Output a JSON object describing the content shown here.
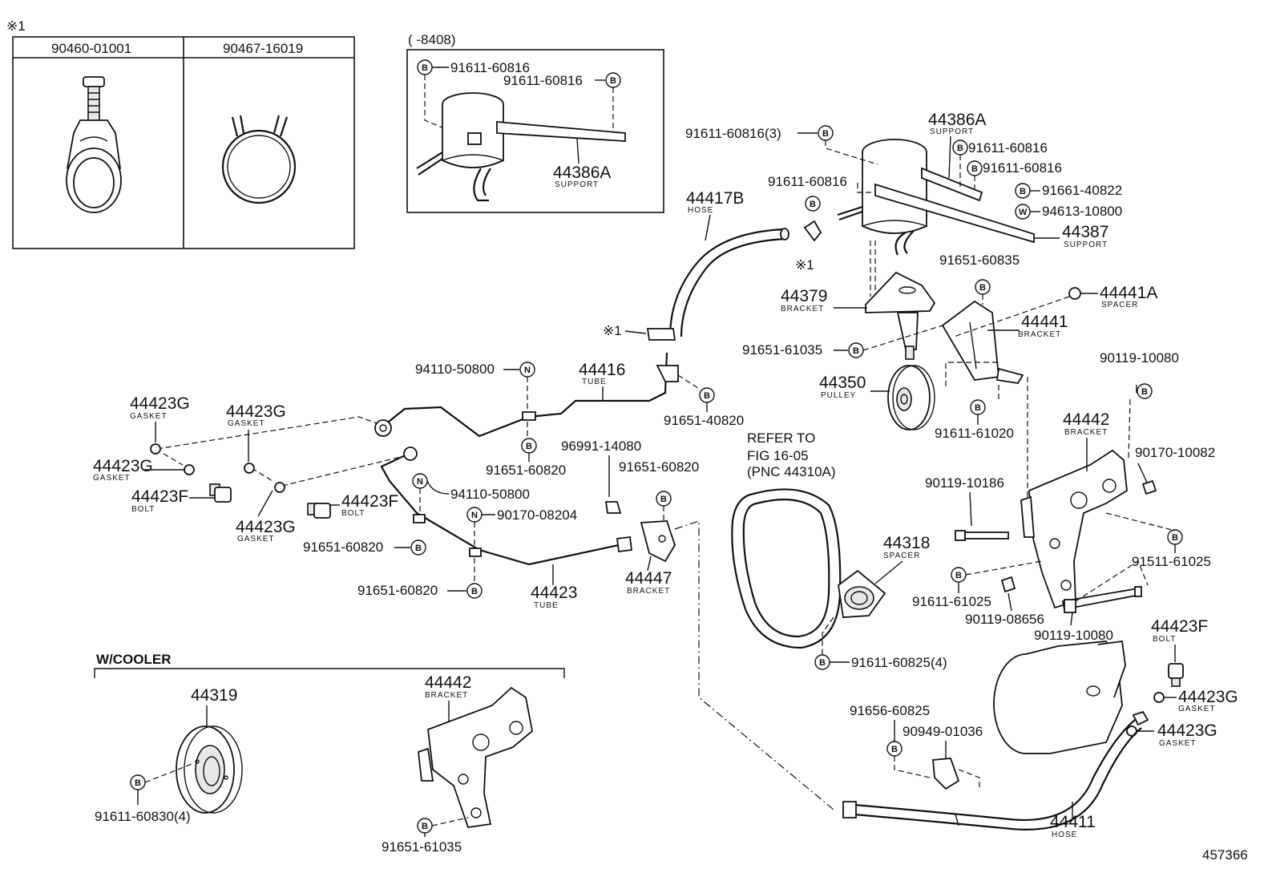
{
  "figure_id": "457366",
  "inset_clamps": {
    "ref_mark": "※1",
    "col1": "90460-01001",
    "col2": "90467-16019"
  },
  "inset_early": {
    "range_label": "(      -8408)",
    "bolt_a": "91611-60816",
    "bolt_b": "91611-60816",
    "support_num": "44386A",
    "support_name": "SUPPORT"
  },
  "markers": {
    "bolt": "B",
    "nut": "N",
    "washer": "W"
  },
  "labels": {
    "p91611_60816_3": "91611-60816(3)",
    "p44386A": "44386A",
    "p44386A_name": "SUPPORT",
    "p91611_60816_a": "91611-60816",
    "p91611_60816_b": "91611-60816",
    "p91611_60816_c": "91611-60816",
    "p91661_40822": "91661-40822",
    "p94613_10800": "94613-10800",
    "p44387": "44387",
    "p44387_name": "SUPPORT",
    "p44417B": "44417B",
    "p44417B_name": "HOSE",
    "ref1_a": "※1",
    "ref1_b": "※1",
    "p91651_60835": "91651-60835",
    "p44441A": "44441A",
    "p44441A_name": "SPACER",
    "p44379": "44379",
    "p44379_name": "BRACKET",
    "p44441": "44441",
    "p44441_name": "BRACKET",
    "p91651_61035_a": "91651-61035",
    "p90119_10080_a": "90119-10080",
    "p44350": "44350",
    "p44350_name": "PULLEY",
    "p91611_61020": "91611-61020",
    "p94110_50800_a": "94110-50800",
    "p44416": "44416",
    "p44416_name": "TUBE",
    "p91651_40820": "91651-40820",
    "p44423G_1": "44423G",
    "p44423G_1_name": "GASKET",
    "p44423G_2": "44423G",
    "p44423G_2_name": "GASKET",
    "p44423G_3": "44423G",
    "p44423G_3_name": "GASKET",
    "p44423G_4": "44423G",
    "p44423G_4_name": "GASKET",
    "p44423F_1": "44423F",
    "p44423F_1_name": "BOLT",
    "p44423F_2": "44423F",
    "p44423F_2_name": "BOLT",
    "p91651_60820_a": "91651-60820",
    "p96991_14080": "96991-14080",
    "p91651_60820_b": "91651-60820",
    "p94110_50800_b": "94110-50800",
    "p90170_08204": "90170-08204",
    "p91651_60820_c": "91651-60820",
    "p91651_60820_d": "91651-60820",
    "p44423": "44423",
    "p44423_name": "TUBE",
    "p44447": "44447",
    "p44447_name": "BRACKET",
    "refer_1": "REFER TO",
    "refer_2": "FIG 16-05",
    "refer_3": "(PNC 44310A)",
    "p44442_a": "44442",
    "p44442_a_name": "BRACKET",
    "p90170_10082": "90170-10082",
    "p90119_10186": "90119-10186",
    "p44318": "44318",
    "p44318_name": "SPACER",
    "p91511_61025": "91511-61025",
    "p91611_61025": "91611-61025",
    "p90119_08656": "90119-08656",
    "p90119_10080_b": "90119-10080",
    "p91611_60825_4": "91611-60825(4)",
    "p44423F_3": "44423F",
    "p44423F_3_name": "BOLT",
    "p44423G_5": "44423G",
    "p44423G_5_name": "GASKET",
    "p44423G_6": "44423G",
    "p44423G_6_name": "GASKET",
    "p91656_60825": "91656-60825",
    "p90949_01036": "90949-01036",
    "p44411": "44411",
    "p44411_name": "HOSE",
    "cooler_label": "W/COOLER",
    "p44319": "44319",
    "p91611_60830_4": "91611-60830(4)",
    "p44442_b": "44442",
    "p44442_b_name": "BRACKET",
    "p91651_61035_b": "91651-61035"
  }
}
